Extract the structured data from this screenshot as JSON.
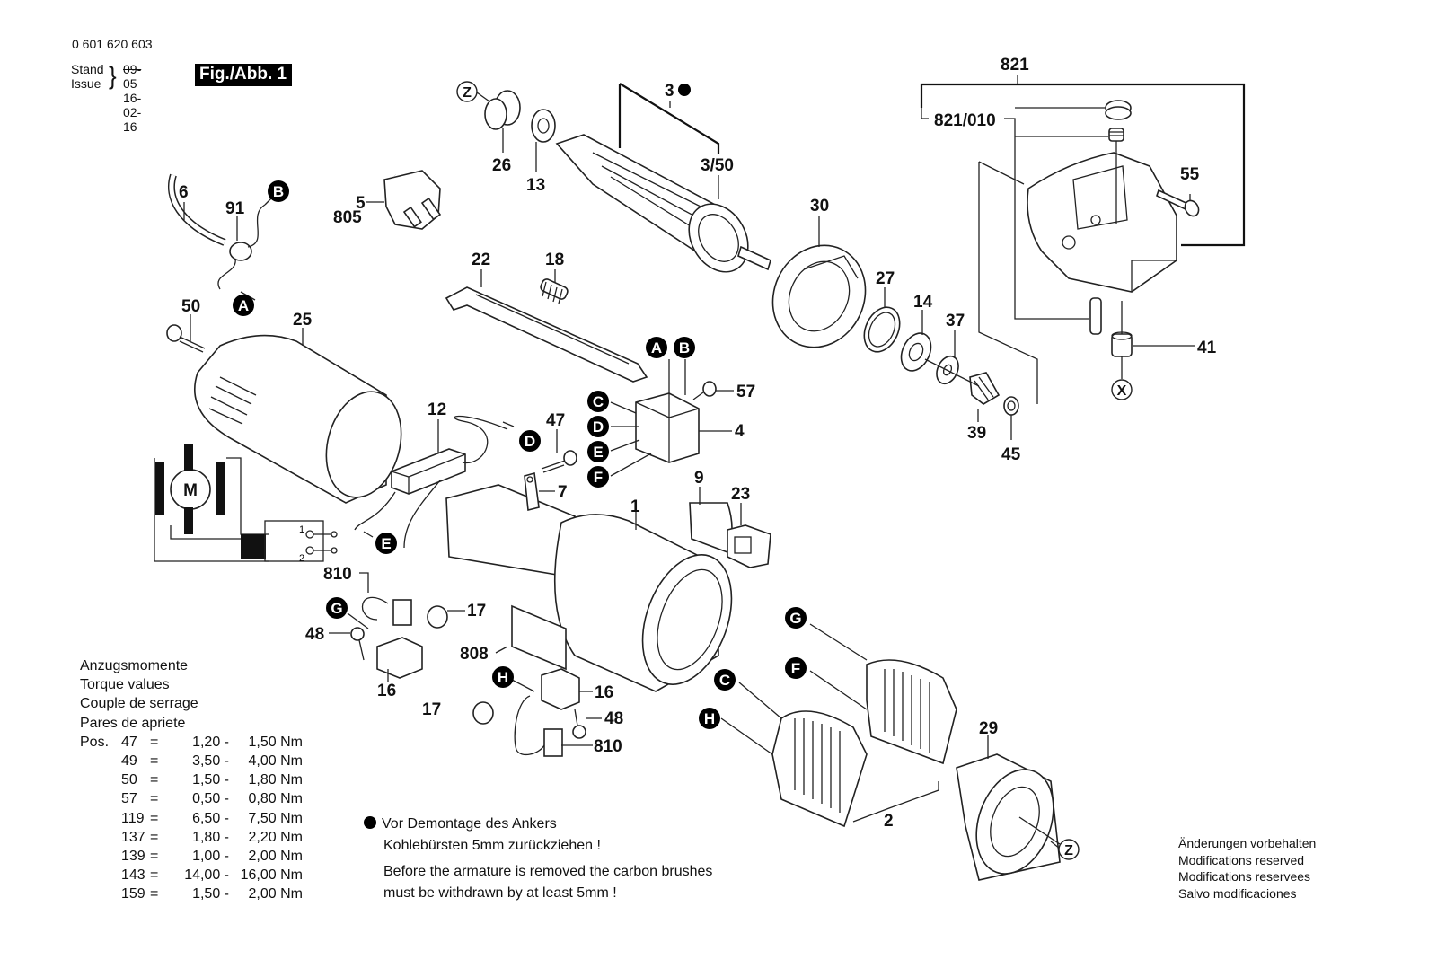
{
  "header": {
    "part_number": "0 601 620 603",
    "stand_label": "Stand",
    "issue_label": "Issue",
    "stand_date": "09-05",
    "issue_date": "16-02-16",
    "figure_label": "Fig./Abb. 1"
  },
  "callouts": {
    "p1": "1",
    "p2": "2",
    "p3": "3",
    "p3_50": "3/50",
    "p4": "4",
    "p5": "5",
    "p6": "6",
    "p7": "7",
    "p9": "9",
    "p12": "12",
    "p13": "13",
    "p14": "14",
    "p16a": "16",
    "p16b": "16",
    "p17a": "17",
    "p17b": "17",
    "p18": "18",
    "p22": "22",
    "p23": "23",
    "p25": "25",
    "p26": "26",
    "p27": "27",
    "p29": "29",
    "p30": "30",
    "p37": "37",
    "p39": "39",
    "p41": "41",
    "p45": "45",
    "p47": "47",
    "p48a": "48",
    "p48b": "48",
    "p50": "50",
    "p55": "55",
    "p57": "57",
    "p91": "91",
    "p805": "805",
    "p808": "808",
    "p810a": "810",
    "p810b": "810",
    "p821": "821",
    "p821_010": "821/010"
  },
  "connectors": {
    "A": "A",
    "B": "B",
    "C": "C",
    "D": "D",
    "E": "E",
    "F": "F",
    "G": "G",
    "H": "H",
    "X": "X",
    "Z": "Z",
    "M": "M",
    "sw1": "1",
    "sw2": "2"
  },
  "torque": {
    "title_de": "Anzugsmomente",
    "title_en": "Torque values",
    "title_fr": "Couple de serrage",
    "title_es": "Pares de apriete",
    "pos_label": "Pos.",
    "rows": [
      {
        "pos": "47",
        "eq": "=",
        "min": "1,20 -",
        "max": "1,50 Nm"
      },
      {
        "pos": "49",
        "eq": "=",
        "min": "3,50 -",
        "max": "4,00 Nm"
      },
      {
        "pos": "50",
        "eq": "=",
        "min": "1,50 -",
        "max": "1,80 Nm"
      },
      {
        "pos": "57",
        "eq": "=",
        "min": "0,50 -",
        "max": "0,80 Nm"
      },
      {
        "pos": "119",
        "eq": "=",
        "min": "6,50 -",
        "max": "7,50 Nm"
      },
      {
        "pos": "137",
        "eq": "=",
        "min": "1,80 -",
        "max": "2,20 Nm"
      },
      {
        "pos": "139",
        "eq": "=",
        "min": "1,00 -",
        "max": "2,00 Nm"
      },
      {
        "pos": "143",
        "eq": "=",
        "min": "14,00 -",
        "max": "16,00 Nm"
      },
      {
        "pos": "159",
        "eq": "=",
        "min": "1,50 -",
        "max": "2,00 Nm"
      }
    ]
  },
  "note": {
    "de_line1": "Vor Demontage des Ankers",
    "de_line2": "Kohlebürsten 5mm zurückziehen !",
    "en_line1": "Before the armature is removed the carbon brushes",
    "en_line2": "must be withdrawn by at least 5mm !"
  },
  "modifications": {
    "de": "Änderungen vorbehalten",
    "en": "Modifications reserved",
    "fr": "Modifications reservees",
    "es": "Salvo modificaciones"
  }
}
